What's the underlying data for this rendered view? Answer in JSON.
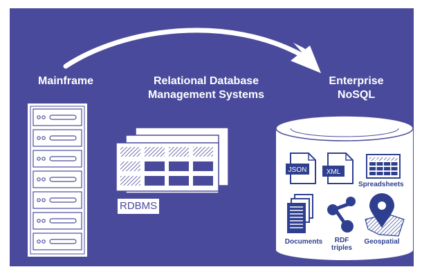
{
  "colors": {
    "background": "#4a4a9c",
    "foreground": "#ffffff",
    "icon_blue": "#2e3f90"
  },
  "stages": {
    "mainframe": {
      "label": "Mainframe",
      "icon": "server-rack-icon"
    },
    "rdbms": {
      "label": "Relational Database\nManagement Systems",
      "icon": "table-stack-icon",
      "tag": "RDBMS"
    },
    "nosql": {
      "label": "Enterprise\nNoSQL",
      "icon": "database-cylinder-icon"
    }
  },
  "nosql_items": {
    "json": {
      "label": "JSON",
      "icon": "json-file-icon"
    },
    "xml": {
      "label": "XML",
      "icon": "xml-file-icon"
    },
    "spreadsheets": {
      "label": "Spreadsheets",
      "icon": "spreadsheet-icon"
    },
    "documents": {
      "label": "Documents",
      "icon": "documents-icon"
    },
    "rdf": {
      "label": "RDF\ntriples",
      "icon": "rdf-graph-icon"
    },
    "geospatial": {
      "label": "Geospatial",
      "icon": "map-pin-icon"
    }
  }
}
